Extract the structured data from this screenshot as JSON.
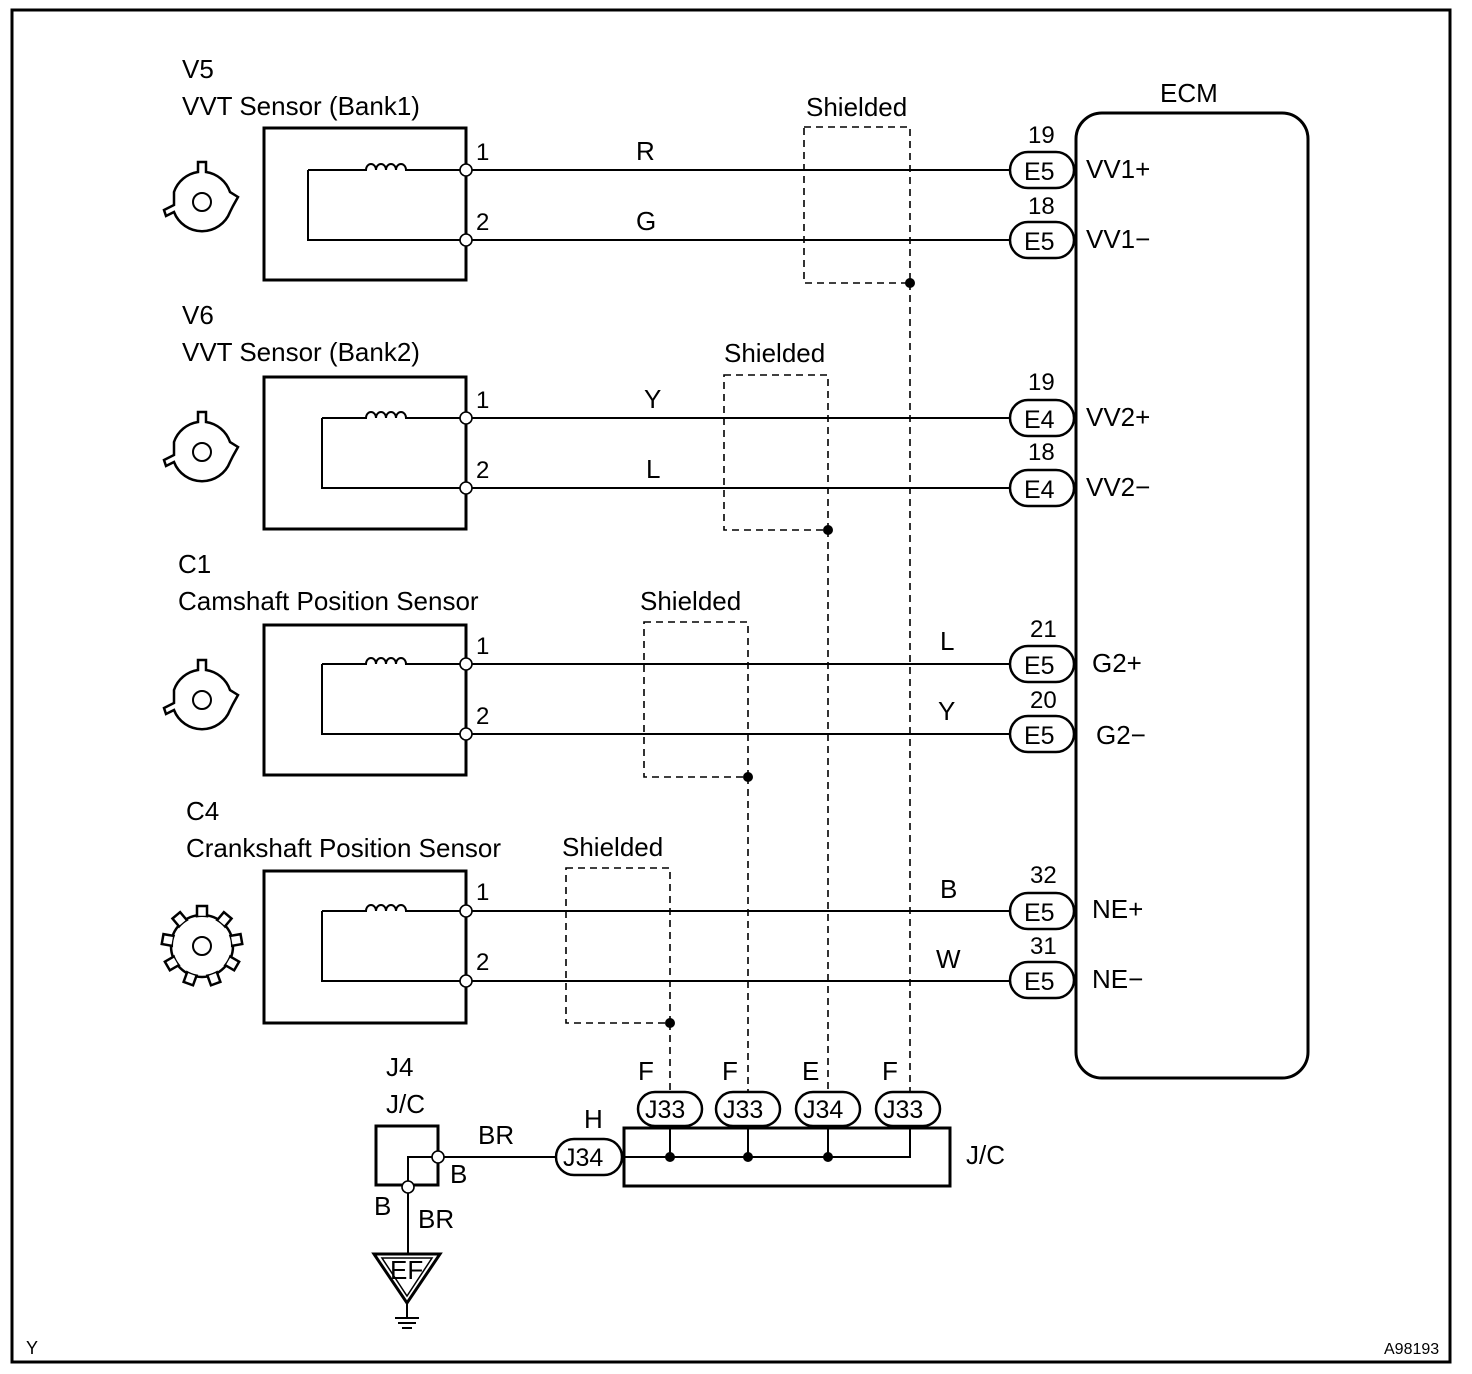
{
  "ecm": {
    "label": "ECM"
  },
  "sensors": [
    {
      "code": "V5",
      "name": "VVT Sensor (Bank1)",
      "icon": "cam-rotor-icon",
      "wires": [
        {
          "pin": "1",
          "color": "R",
          "connector": "E5",
          "ecm_pin": "19",
          "ecm_label": "VV1+"
        },
        {
          "pin": "2",
          "color": "G",
          "connector": "E5",
          "ecm_pin": "18",
          "ecm_label": "VV1−"
        }
      ],
      "shield_label": "Shielded"
    },
    {
      "code": "V6",
      "name": "VVT Sensor (Bank2)",
      "icon": "cam-rotor-icon",
      "wires": [
        {
          "pin": "1",
          "color": "Y",
          "connector": "E4",
          "ecm_pin": "19",
          "ecm_label": "VV2+"
        },
        {
          "pin": "2",
          "color": "L",
          "connector": "E4",
          "ecm_pin": "18",
          "ecm_label": "VV2−"
        }
      ],
      "shield_label": "Shielded"
    },
    {
      "code": "C1",
      "name": "Camshaft Position Sensor",
      "icon": "cam-rotor-icon",
      "wires": [
        {
          "pin": "1",
          "color": "L",
          "connector": "E5",
          "ecm_pin": "21",
          "ecm_label": "G2+"
        },
        {
          "pin": "2",
          "color": "Y",
          "connector": "E5",
          "ecm_pin": "20",
          "ecm_label": "G2−"
        }
      ],
      "shield_label": "Shielded"
    },
    {
      "code": "C4",
      "name": "Crankshaft Position Sensor",
      "icon": "crank-gear-icon",
      "wires": [
        {
          "pin": "1",
          "color": "B",
          "connector": "E5",
          "ecm_pin": "32",
          "ecm_label": "NE+"
        },
        {
          "pin": "2",
          "color": "W",
          "connector": "E5",
          "ecm_pin": "31",
          "ecm_label": "NE−"
        }
      ],
      "shield_label": "Shielded"
    }
  ],
  "junction": {
    "label": "J/C",
    "inputs": [
      {
        "pin": "F",
        "connector": "J33"
      },
      {
        "pin": "F",
        "connector": "J33"
      },
      {
        "pin": "E",
        "connector": "J34"
      },
      {
        "pin": "F",
        "connector": "J33"
      }
    ],
    "output": {
      "pin": "H",
      "connector": "J34"
    }
  },
  "j4": {
    "code": "J4",
    "label": "J/C",
    "wire_color_out": "BR",
    "wire_color_down": "BR",
    "pin_right": "B",
    "pin_bottom": "B"
  },
  "ground": {
    "label": "EF",
    "icon": "ground-icon"
  },
  "footer": {
    "left": "Y",
    "right": "A98193"
  }
}
